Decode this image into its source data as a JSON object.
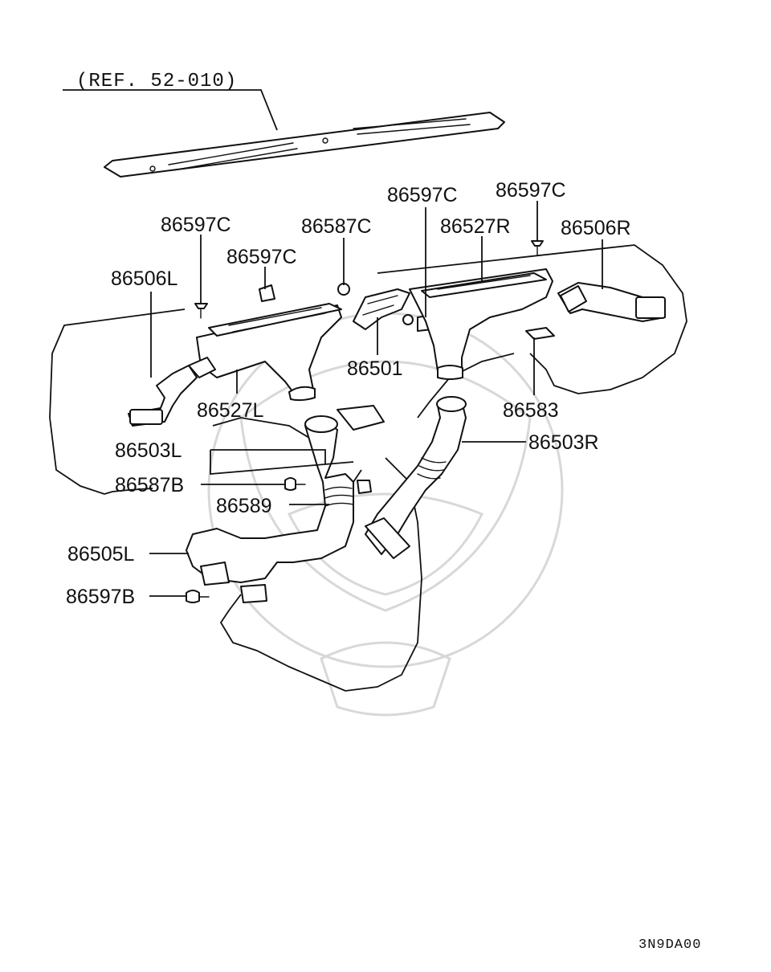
{
  "diagram": {
    "reference": "(REF. 52-010)",
    "drawing_code": "3N9DA00",
    "labels": {
      "p86597C_a": "86597C",
      "p86597C_b": "86597C",
      "p86597C_c": "86597C",
      "p86597C_d": "86597C",
      "p86587C": "86587C",
      "p86527R": "86527R",
      "p86506R": "86506R",
      "p86506L": "86506L",
      "p86501": "86501",
      "p86527L": "86527L",
      "p86583": "86583",
      "p86503L": "86503L",
      "p86503R": "86503R",
      "p86587B": "86587B",
      "p86589": "86589",
      "p86505L": "86505L",
      "p86597B": "86597B"
    }
  }
}
